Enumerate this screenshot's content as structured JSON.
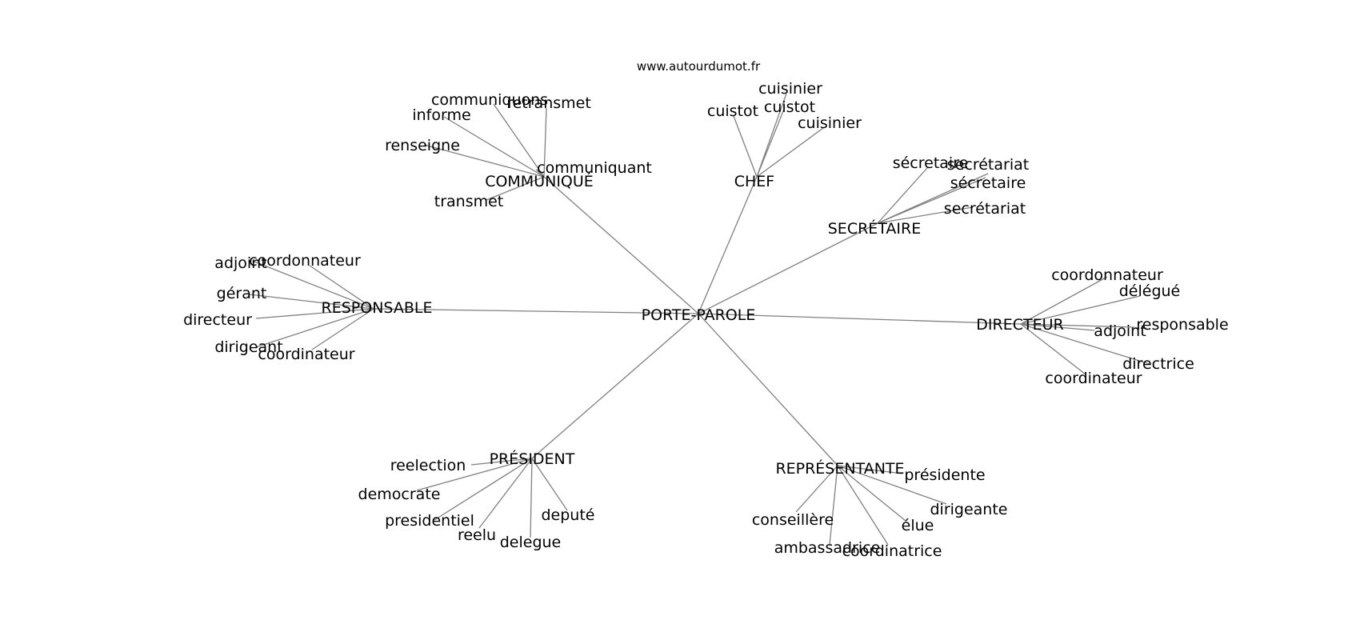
{
  "source": "www.autourdumot.fr",
  "root": "PORTE-PAROLE",
  "hubs": [
    {
      "id": "communique",
      "label": "COMMUNIQUÉ",
      "leaves": [
        "communiquons",
        "retransmet",
        "informe",
        "renseigne",
        "communiquant",
        "transmet"
      ]
    },
    {
      "id": "chef",
      "label": "CHEF",
      "leaves": [
        "cuistot",
        "cuisinier",
        "cuistot",
        "cuisinier"
      ]
    },
    {
      "id": "secretaire",
      "label": "SECRÉTAIRE",
      "leaves": [
        "sécretaire",
        "secrétariat",
        "sécretaire",
        "secrétariat"
      ]
    },
    {
      "id": "directeur",
      "label": "DIRECTEUR",
      "leaves": [
        "coordonnateur",
        "délégué",
        "responsable",
        "adjoint",
        "directrice",
        "coordinateur"
      ]
    },
    {
      "id": "representante",
      "label": "REPRÉSENTANTE",
      "leaves": [
        "présidente",
        "dirigeante",
        "élue",
        "coordinatrice",
        "ambassadrice",
        "conseillère"
      ]
    },
    {
      "id": "president",
      "label": "PRÉSIDENT",
      "leaves": [
        "reelection",
        "democrate",
        "presidentiel",
        "reelu",
        "delegue",
        "deputé"
      ]
    },
    {
      "id": "responsable",
      "label": "RESPONSABLE",
      "leaves": [
        "adjoint",
        "coordonnateur",
        "gérant",
        "directeur",
        "dirigeant",
        "coordinateur"
      ]
    }
  ]
}
